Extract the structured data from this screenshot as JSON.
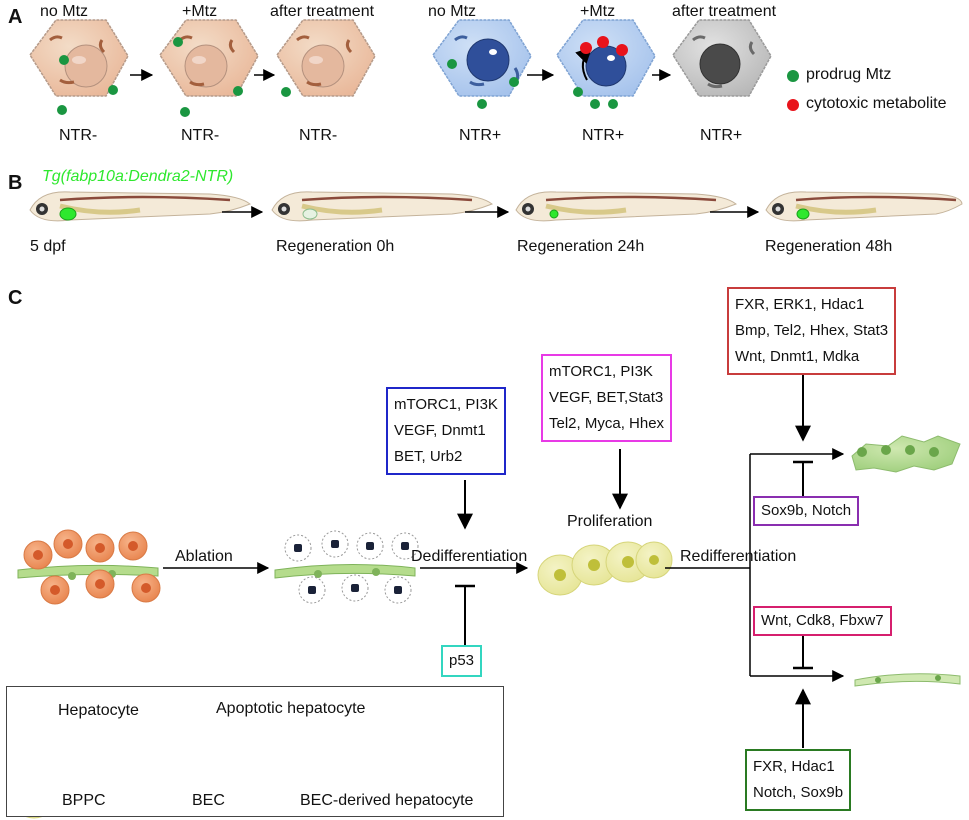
{
  "panels": {
    "a": "A",
    "b": "B",
    "c": "C"
  },
  "panel_a": {
    "top_labels": [
      "no Mtz",
      "+Mtz",
      "after treatment",
      "no Mtz",
      "+Mtz",
      "after treatment"
    ],
    "cell_labels": [
      "NTR-",
      "NTR-",
      "NTR-",
      "NTR+",
      "NTR+",
      "NTR+"
    ],
    "legend": {
      "prodrug": "prodrug Mtz",
      "metabolite": "cytotoxic metabolite"
    },
    "colors": {
      "prodrug": "#1a9641",
      "metabolite": "#e8131b"
    }
  },
  "panel_b": {
    "transgene": "Tg(fabp10a:Dendra2-NTR)",
    "stages": [
      "5 dpf",
      "Regeneration 0h",
      "Regeneration 24h",
      "Regeneration 48h"
    ]
  },
  "panel_c": {
    "steps": {
      "ablation": "Ablation",
      "dedifferentiation": "Dedifferentiation",
      "proliferation": "Proliferation",
      "redifferentiation": "Redifferentiation"
    },
    "boxes": {
      "dediff": {
        "lines": [
          "mTORC1, PI3K",
          "VEGF, Dnmt1",
          "BET, Urb2"
        ],
        "color": "#1f26c9"
      },
      "p53": {
        "lines": [
          "p53"
        ],
        "color": "#33d6c0"
      },
      "prolif": {
        "lines": [
          "mTORC1, PI3K",
          "VEGF, BET,Stat3",
          "Tel2, Myca, Hhex"
        ],
        "color": "#e83ae6"
      },
      "hep_up": {
        "lines": [
          "FXR, ERK1, Hdac1",
          "Bmp, Tel2, Hhex, Stat3",
          "Wnt, Dnmt1, Mdka"
        ],
        "color": "#c83c3c"
      },
      "hep_inhib": {
        "lines": [
          "Sox9b, Notch"
        ],
        "color": "#8a2eb0"
      },
      "bec_inhib": {
        "lines": [
          "Wnt, Cdk8, Fbxw7"
        ],
        "color": "#d61f6e"
      },
      "bec_up": {
        "lines": [
          "FXR, Hdac1",
          "Notch, Sox9b"
        ],
        "color": "#2a7a22"
      }
    },
    "legend": {
      "hepatocyte": "Hepatocyte",
      "apoptotic": "Apoptotic hepatocyte",
      "bppc": "BPPC",
      "bec": "BEC",
      "bec_derived": "BEC-derived hepatocyte"
    }
  }
}
